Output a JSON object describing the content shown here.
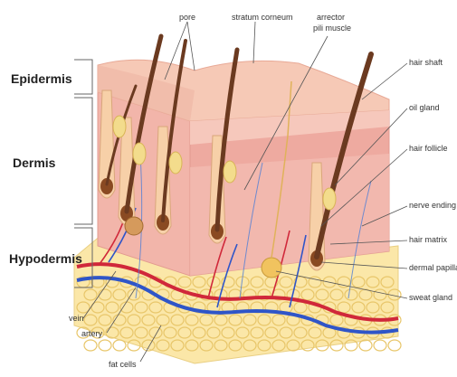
{
  "layers": {
    "epidermis": "Epidermis",
    "dermis": "Dermis",
    "hypodermis": "Hypodermis"
  },
  "callouts": {
    "pore": "pore",
    "stratum_corneum": "stratum corneum",
    "arrector_line1": "arrector",
    "arrector_line2": "pili muscle",
    "hair_shaft": "hair shaft",
    "oil_gland": "oil gland",
    "hair_follicle": "hair follicle",
    "nerve_ending": "nerve ending",
    "hair_matrix": "hair matrix",
    "dermal_papilla": "dermal papilla",
    "sweat_gland": "sweat gland",
    "vein": "vein",
    "artery": "artery",
    "fat_cells": "fat cells"
  },
  "colors": {
    "epidermis_top": "#f6c9b6",
    "dermis": "#f2b5aa",
    "dermis_side": "#eaa59c",
    "hypodermis": "#fbe7a8",
    "fat_cell_line": "#e8c66a",
    "hair": "#6b3a20",
    "vein": "#2f55c8",
    "artery": "#d0283a",
    "nerve": "#4f7ed6",
    "oil_gland": "#f3dc8c",
    "bracket": "#666666"
  }
}
